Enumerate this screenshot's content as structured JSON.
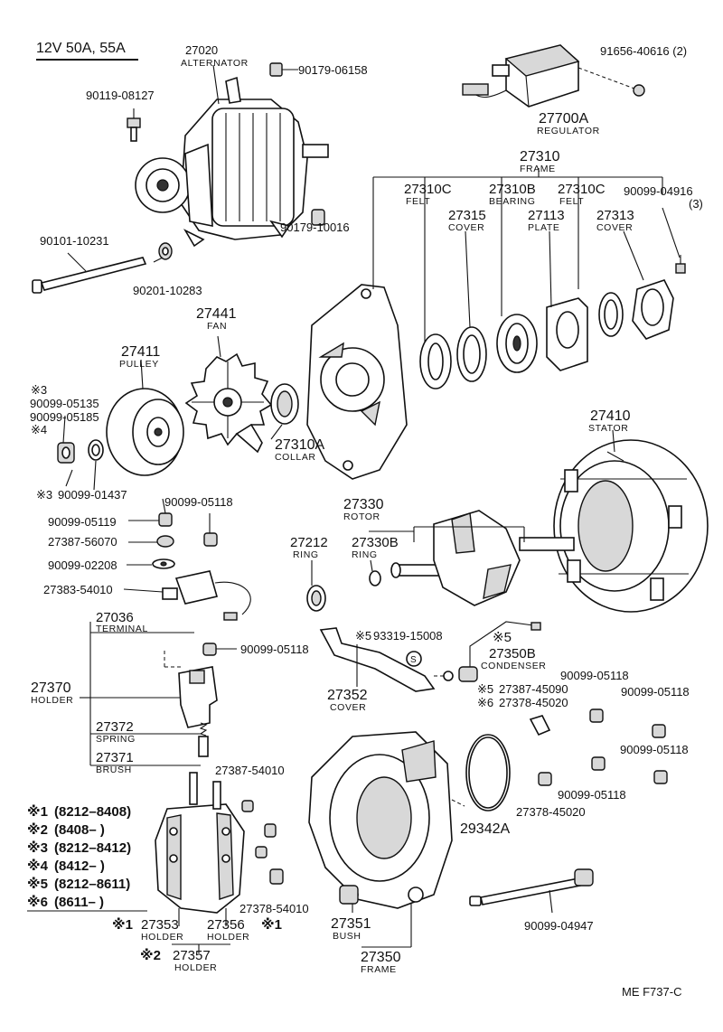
{
  "title": "12V 50A, 55A",
  "footer": "ME  F737-C",
  "parts": {
    "alternator": {
      "pn": "27020",
      "cap": "ALTERNATOR"
    },
    "nut_top": {
      "pn": "90179-06158"
    },
    "reg_nut": {
      "pn": "91656-40616 (2)"
    },
    "regulator": {
      "pn": "27700A",
      "cap": "REGULATOR"
    },
    "bolt_a": {
      "pn": "90119-08127"
    },
    "bolt_long": {
      "pn": "90101-10231"
    },
    "nut_b": {
      "pn": "90179-10016"
    },
    "washer_b": {
      "pn": "90201-10283"
    },
    "frame_top": {
      "pn": "27310",
      "cap": "FRAME"
    },
    "felt1": {
      "pn": "27310C",
      "cap": "FELT"
    },
    "bearing": {
      "pn": "27310B",
      "cap": "BEARING"
    },
    "felt2": {
      "pn": "27310C",
      "cap": "FELT"
    },
    "screw": {
      "pn": "90099-04916",
      "qty": "(3)"
    },
    "cover1": {
      "pn": "27315",
      "cap": "COVER"
    },
    "plate": {
      "pn": "27113",
      "cap": "PLATE"
    },
    "cover2": {
      "pn": "27313",
      "cap": "COVER"
    },
    "fan": {
      "pn": "27441",
      "cap": "FAN"
    },
    "pulley": {
      "pn": "27411",
      "cap": "PULLEY"
    },
    "collar": {
      "pn": "27310A",
      "cap": "COLLAR"
    },
    "stator": {
      "pn": "27410",
      "cap": "STATOR"
    },
    "rotor": {
      "pn": "27330",
      "cap": "ROTOR"
    },
    "ring1": {
      "pn": "27212",
      "cap": "RING"
    },
    "ring2": {
      "pn": "27330B",
      "cap": "RING"
    },
    "note3_mark": "※3",
    "pulley_nut1": {
      "pn": "90099-05135"
    },
    "pulley_nut2": {
      "pn": "90099-05185"
    },
    "note4_mark": "※4",
    "pulley_washer": {
      "mark": "※3",
      "pn": "90099-01437"
    },
    "n05118_a": {
      "pn": "90099-05118"
    },
    "n05119": {
      "pn": "90099-05119"
    },
    "p56070": {
      "pn": "27387-56070"
    },
    "p02208": {
      "pn": "90099-02208"
    },
    "p54010": {
      "pn": "27383-54010"
    },
    "terminal": {
      "pn": "27036",
      "cap": "TERMINAL"
    },
    "n05118_b": {
      "pn": "90099-05118"
    },
    "holder": {
      "pn": "27370",
      "cap": "HOLDER"
    },
    "spring": {
      "pn": "27372",
      "cap": "SPRING"
    },
    "brush": {
      "pn": "27371",
      "cap": "BRUSH"
    },
    "p54010b": {
      "pn": "27387-54010"
    },
    "condenser_screw": {
      "mark": "※5",
      "pn": "93319-15008"
    },
    "condenser": {
      "mark": "※5",
      "pn": "27350B",
      "cap": "CONDENSER"
    },
    "cover3": {
      "pn": "27352",
      "cap": "COVER"
    },
    "p45090": {
      "mark": "※5",
      "pn": "27387-45090"
    },
    "p45020a": {
      "mark": "※6",
      "pn": "27378-45020"
    },
    "n05118_c": {
      "pn": "90099-05118"
    },
    "n05118_d": {
      "pn": "90099-05118"
    },
    "n05118_e": {
      "pn": "90099-05118"
    },
    "n05118_f": {
      "pn": "90099-05118"
    },
    "oring": {
      "pn": "29342A"
    },
    "p45020b": {
      "pn": "27378-45020"
    },
    "p54010c": {
      "pn": "27378-54010"
    },
    "holder1": {
      "mark": "※1",
      "pn": "27353",
      "cap": "HOLDER"
    },
    "holder2": {
      "pn": "27356",
      "cap": "HOLDER",
      "mark": "※1"
    },
    "holder3": {
      "mark": "※2",
      "pn": "27357",
      "cap": "HOLDER"
    },
    "bush": {
      "pn": "27351",
      "cap": "BUSH"
    },
    "frame_bottom": {
      "pn": "27350",
      "cap": "FRAME"
    },
    "bolt_through": {
      "pn": "90099-04947"
    }
  },
  "legend": [
    {
      "mark": "※1",
      "text": "(8212–8408)"
    },
    {
      "mark": "※2",
      "text": "(8408–      )"
    },
    {
      "mark": "※3",
      "text": "(8212–8412)"
    },
    {
      "mark": "※4",
      "text": "(8412–      )"
    },
    {
      "mark": "※5",
      "text": "(8212–8611)"
    },
    {
      "mark": "※6",
      "text": "(8611–      )"
    }
  ]
}
